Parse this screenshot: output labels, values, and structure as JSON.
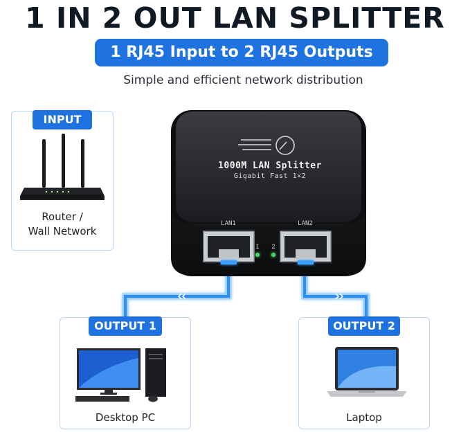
{
  "title": "1 IN 2 OUT LAN SPLITTER",
  "subtitle": "1 RJ45 Input to 2 RJ45 Outputs",
  "tagline": "Simple and efficient network distribution",
  "input_card": {
    "label": "INPUT",
    "caption_line1": "Router /",
    "caption_line2": "Wall Network"
  },
  "output1_card": {
    "label": "OUTPUT 1",
    "caption": "Desktop PC"
  },
  "output2_card": {
    "label": "OUTPUT 2",
    "caption": "Laptop"
  },
  "device": {
    "name": "1000M LAN Splitter",
    "spec": "Gigabit Fast 1×2",
    "port1_label": "LAN1",
    "port2_label": "LAN2",
    "led1_label": "1",
    "led2_label": "2"
  },
  "colors": {
    "accent": "#1e72df",
    "cable": "#2f8ff0",
    "device_body": "#1c1d20",
    "led": "#4cd964"
  }
}
